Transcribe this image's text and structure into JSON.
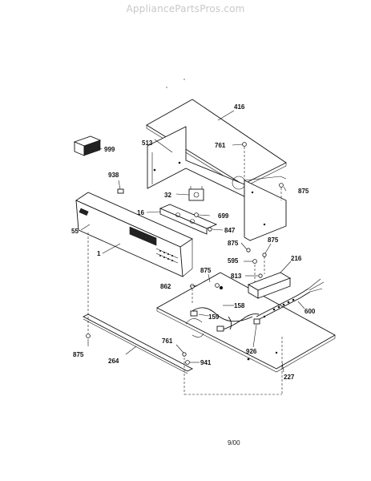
{
  "watermark": "AppliancePartsPros.com",
  "footer": "9/00",
  "parts": [
    {
      "id": "p416",
      "label": "416"
    },
    {
      "id": "p761a",
      "label": "761"
    },
    {
      "id": "p513",
      "label": "513"
    },
    {
      "id": "p999",
      "label": "999"
    },
    {
      "id": "p875a",
      "label": "875"
    },
    {
      "id": "p938",
      "label": "938"
    },
    {
      "id": "p32",
      "label": "32"
    },
    {
      "id": "p16",
      "label": "16"
    },
    {
      "id": "p699",
      "label": "699"
    },
    {
      "id": "p847",
      "label": "847"
    },
    {
      "id": "p55",
      "label": "55"
    },
    {
      "id": "p875b",
      "label": "875"
    },
    {
      "id": "p875c",
      "label": "875"
    },
    {
      "id": "p1",
      "label": "1"
    },
    {
      "id": "p595",
      "label": "595"
    },
    {
      "id": "p216",
      "label": "216"
    },
    {
      "id": "p875d",
      "label": "875"
    },
    {
      "id": "p813",
      "label": "813"
    },
    {
      "id": "p862",
      "label": "862"
    },
    {
      "id": "p158",
      "label": "158"
    },
    {
      "id": "p600",
      "label": "600"
    },
    {
      "id": "p159",
      "label": "159"
    },
    {
      "id": "p875e",
      "label": "875"
    },
    {
      "id": "p761b",
      "label": "761"
    },
    {
      "id": "p926",
      "label": "926"
    },
    {
      "id": "p264",
      "label": "264"
    },
    {
      "id": "p941",
      "label": "941"
    },
    {
      "id": "p227",
      "label": "227"
    }
  ]
}
